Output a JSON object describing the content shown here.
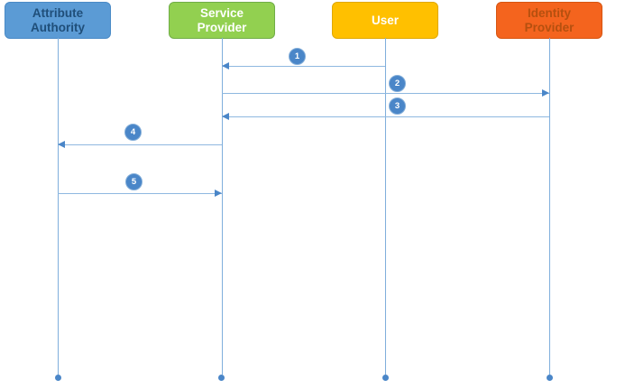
{
  "diagram": {
    "type": "sequence-diagram",
    "actors": [
      {
        "label": "Attribute Authority",
        "fill": "#5B9BD5",
        "border": "#4A8AC6",
        "text_color": "#1F4E79"
      },
      {
        "label": "Service Provider",
        "fill": "#92D050",
        "border": "#70AD47",
        "text_color": "#FFFFFF"
      },
      {
        "label": "User",
        "fill": "#FFC000",
        "border": "#E0A800",
        "text_color": "#FFFFFF"
      },
      {
        "label": "Identity Provider",
        "fill": "#F4641E",
        "border": "#D65511",
        "text_color": "#B5500F"
      }
    ],
    "messages": [
      {
        "number": "1",
        "from": "User",
        "to": "Service Provider"
      },
      {
        "number": "2",
        "from": "Service Provider",
        "to": "Identity Provider"
      },
      {
        "number": "3",
        "from": "Identity Provider",
        "to": "Service Provider"
      },
      {
        "number": "4",
        "from": "Service Provider",
        "to": "Attribute Authority"
      },
      {
        "number": "5",
        "from": "Attribute Authority",
        "to": "Service Provider"
      }
    ],
    "colors": {
      "lifeline": "#7FAEDC",
      "message_line": "#8FB8E0",
      "arrowhead": "#4A86C8",
      "badge_fill": "#4A86C8",
      "badge_border": "#85AFD9",
      "badge_text": "#FFFFFF",
      "lifeline_end_dot": "#4A86C8",
      "background": "#FFFFFF"
    }
  }
}
